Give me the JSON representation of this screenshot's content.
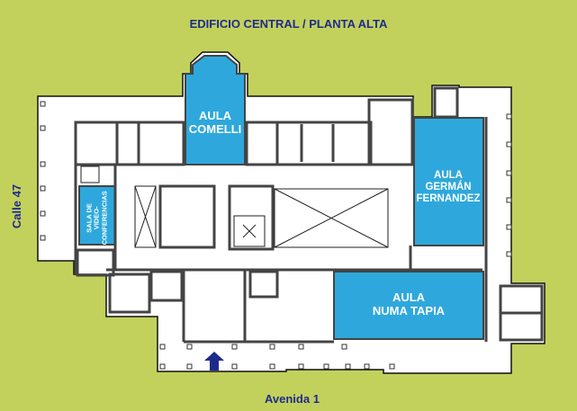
{
  "map": {
    "title": "EDIFICIO CENTRAL / PLANTA ALTA",
    "streets": {
      "left": "Calle 47",
      "bottom": "Avenida 1"
    },
    "rooms": [
      {
        "id": "comelli",
        "lines": [
          "AULA",
          "COMELLI"
        ]
      },
      {
        "id": "videoconf",
        "lines": [
          "SALA DE",
          "VIDEO-",
          "CONFERENCIAS"
        ]
      },
      {
        "id": "german",
        "lines": [
          "AULA",
          "GERMÁN",
          "FERNANDEZ"
        ]
      },
      {
        "id": "numa",
        "lines": [
          "AULA",
          "NUMA TAPIA"
        ]
      }
    ],
    "entrance_icon": "up-arrow-icon",
    "colors": {
      "ground": "#c2d15c",
      "highlight_room": "#2ea8dc",
      "label": "#1f2b8c"
    }
  }
}
